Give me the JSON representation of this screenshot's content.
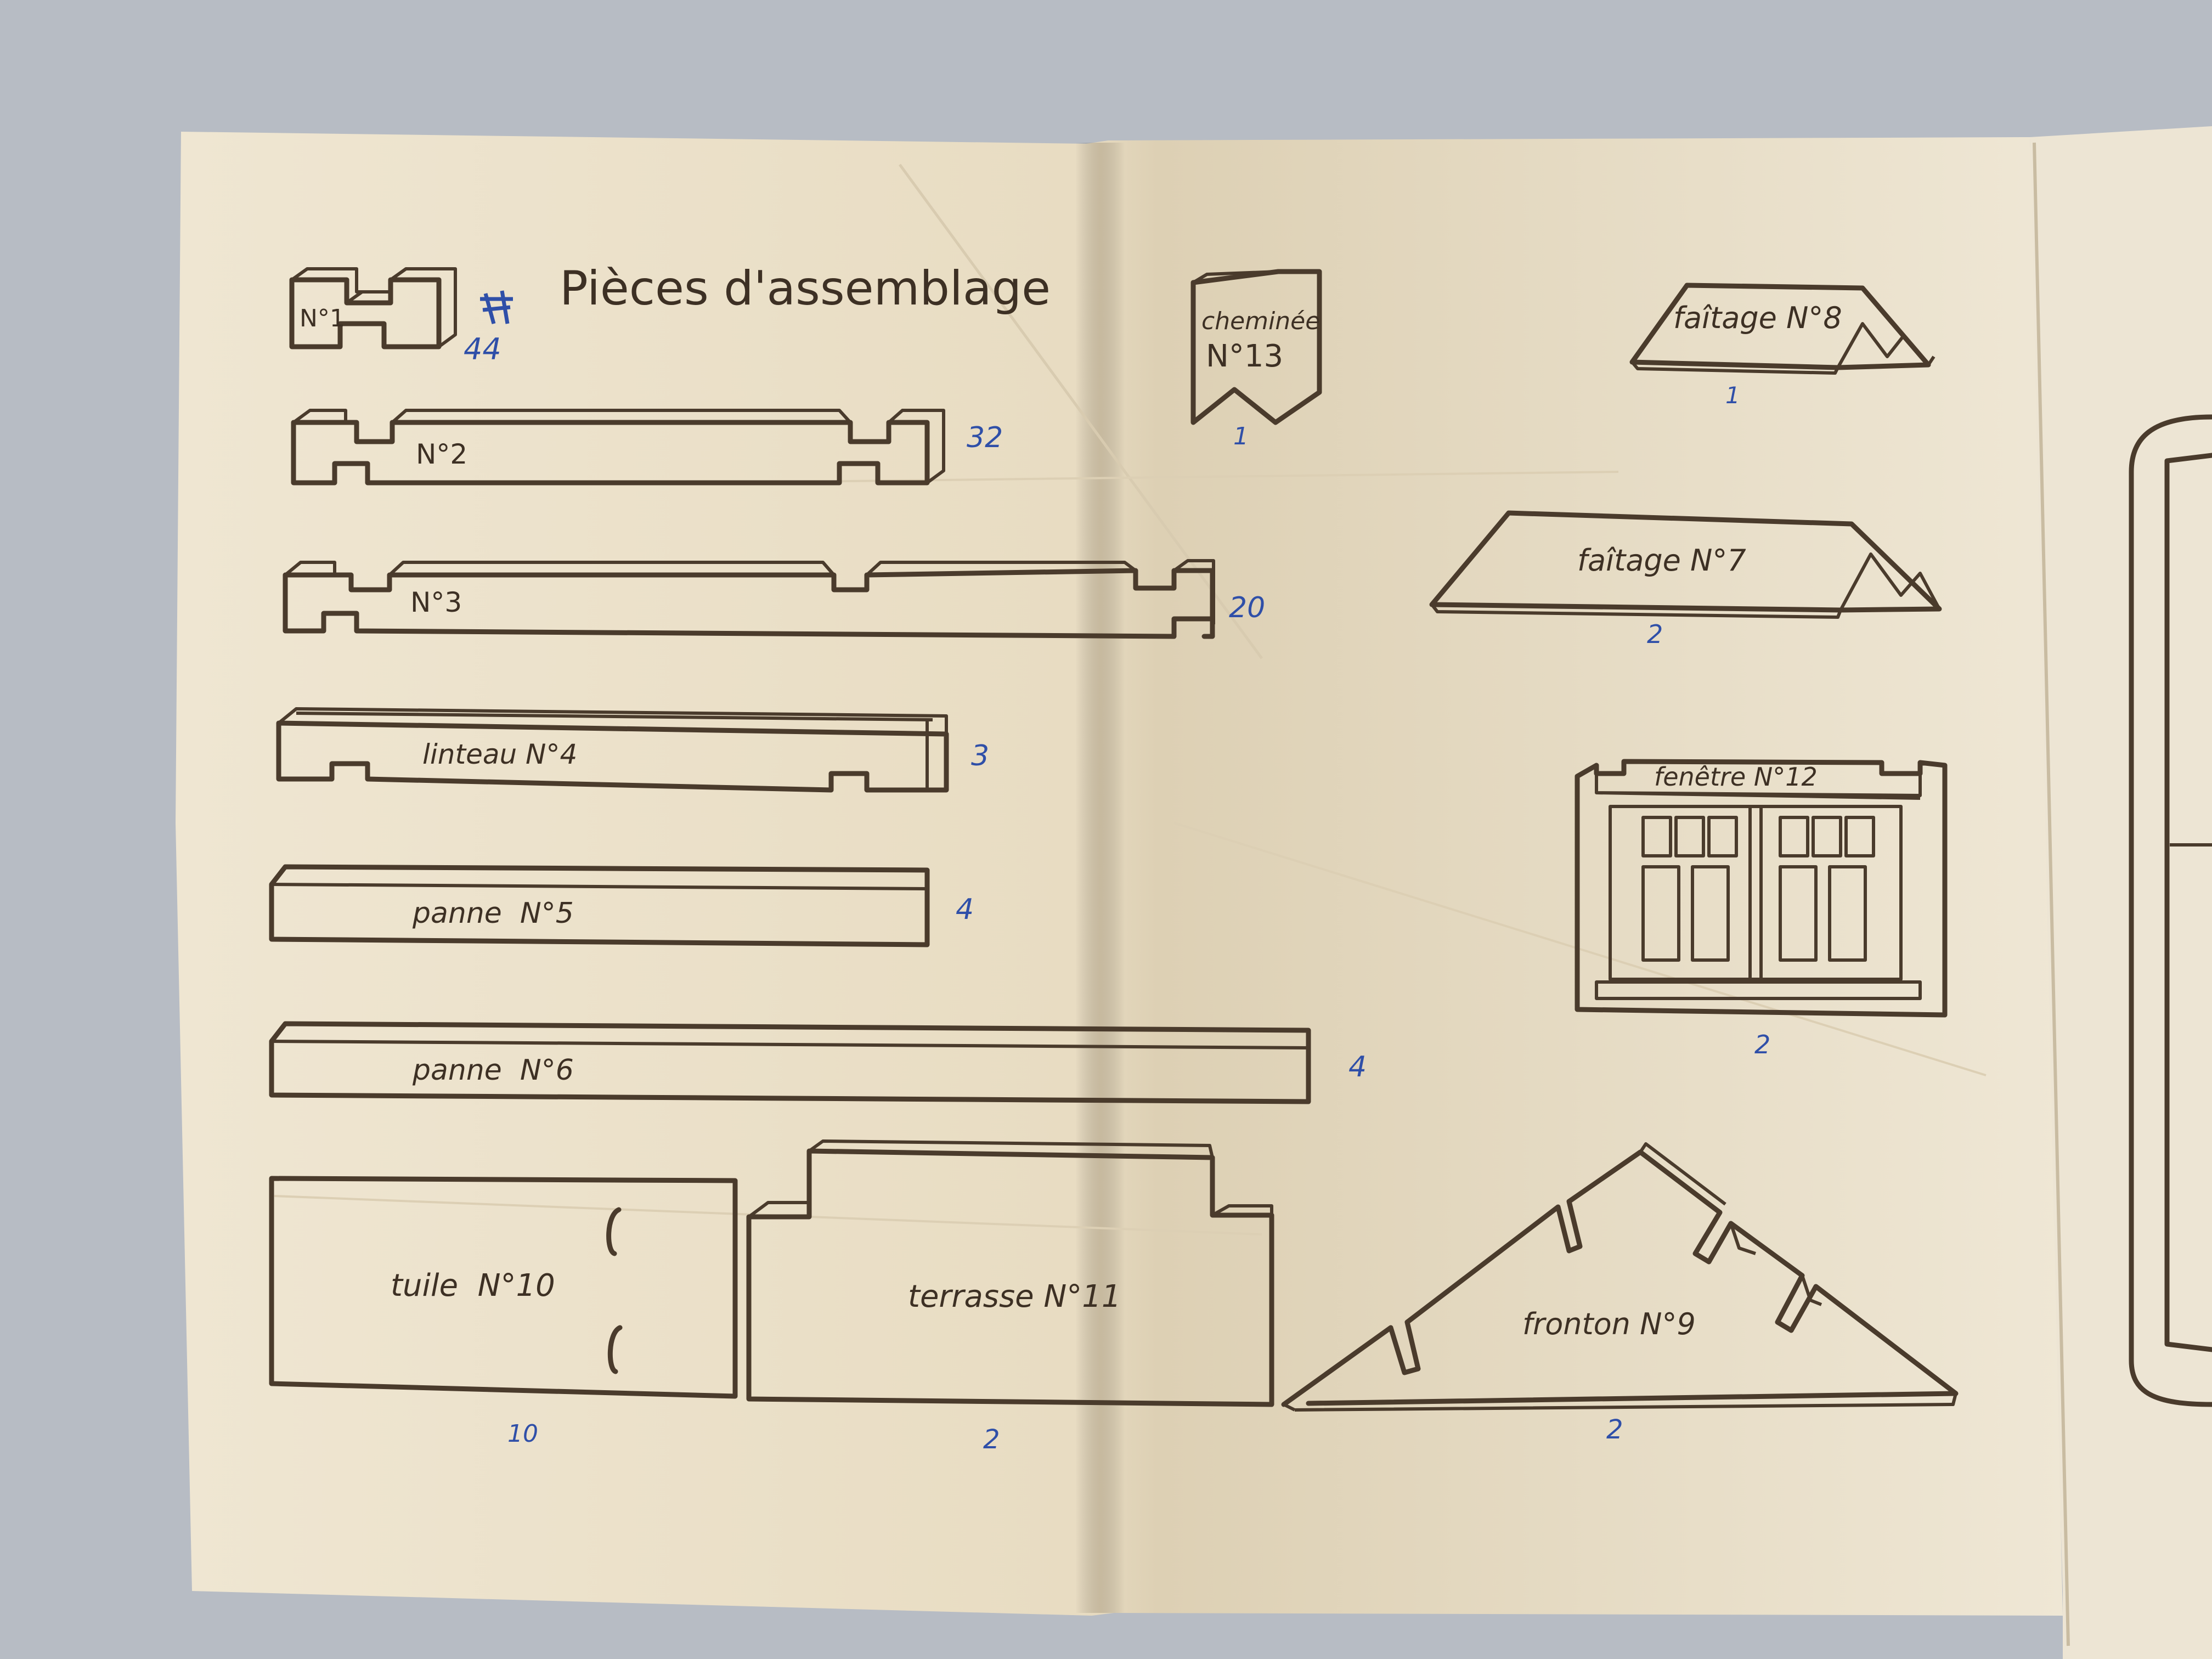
{
  "heading": "Pièces d'assemblage",
  "pieces": {
    "n1": "N°1",
    "n2": "N°2",
    "n3": "N°3",
    "n4": "linteau N°4",
    "n5": "panne  N°5",
    "n6": "panne  N°6",
    "n7": "faîtage N°7",
    "n8": "faîtage N°8",
    "n9": "fronton N°9",
    "n10": "tuile  N°10",
    "n11": "terrasse N°11",
    "n12": "fenêtre N°12",
    "n13_line1": "cheminée",
    "n13_line2": "N°13"
  },
  "handwritten_counts": {
    "n1": "44",
    "n2": "32",
    "n3": "20",
    "n4": "3",
    "n5": "4",
    "n6": "4",
    "n7": "2",
    "n8": "1",
    "n9": "2",
    "n10": "10",
    "n11": "2",
    "n12": "2",
    "n13": "1"
  },
  "colors": {
    "background": "#b7bcc4",
    "paper": "#efe6d2",
    "ink": "#4a3b2c",
    "pen": "#2f4fa8"
  }
}
